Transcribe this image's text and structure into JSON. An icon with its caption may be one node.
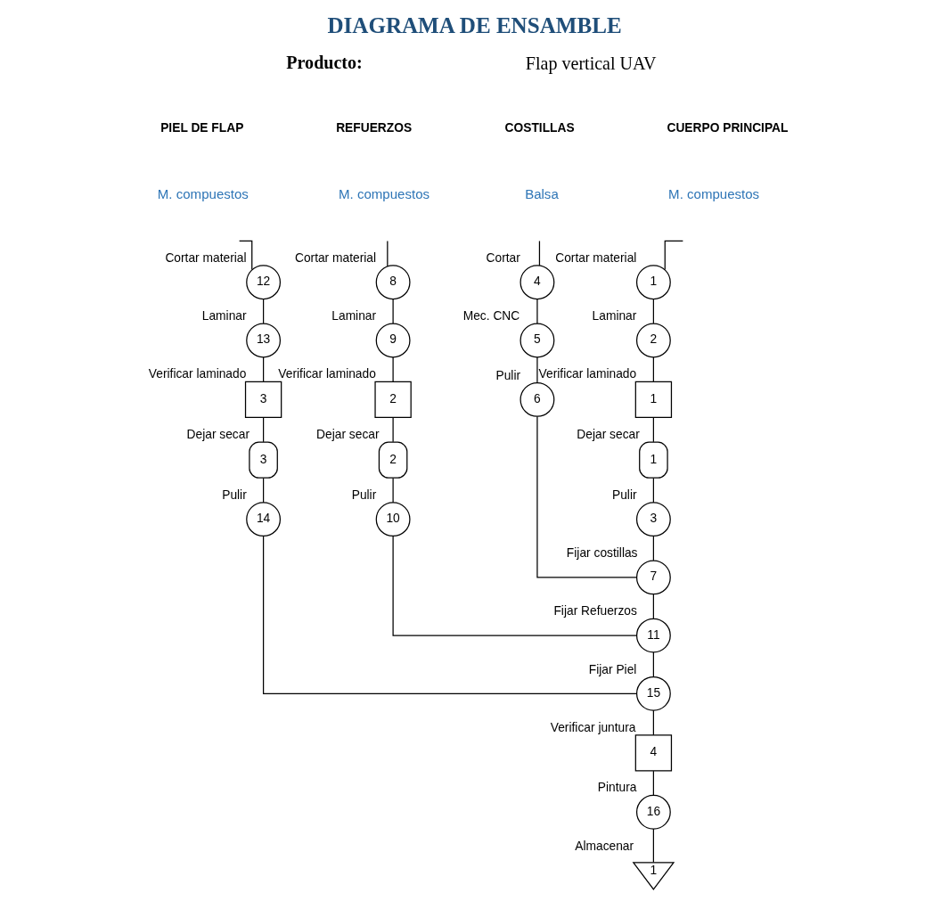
{
  "diagram": {
    "title": "DIAGRAMA DE ENSAMBLE",
    "nodes": [
      {
        "text": [
          "12"
        ],
        "beside": [
          "Cortar material"
        ]
      },
      {
        "text": [
          "13"
        ],
        "beside": [
          "Laminar"
        ]
      },
      {
        "text": [
          "3"
        ],
        "beside": [
          "Verificar laminado"
        ]
      },
      {
        "text": [
          "3"
        ],
        "beside": [
          "Dejar secar"
        ]
      },
      {
        "text": [
          "14"
        ],
        "beside": [
          "Pulir"
        ]
      },
      {
        "text": [
          "8"
        ],
        "beside": [
          "Cortar material"
        ]
      },
      {
        "text": [
          "9"
        ],
        "beside": [
          "Laminar"
        ]
      },
      {
        "text": [
          "2"
        ],
        "beside": [
          "Verificar laminado"
        ]
      },
      {
        "text": [
          "2"
        ],
        "beside": [
          "Dejar secar"
        ]
      },
      {
        "text": [
          "10"
        ],
        "beside": [
          "Pulir"
        ]
      },
      {
        "text": [
          "4"
        ],
        "beside": [
          "Cortar"
        ]
      },
      {
        "text": [
          "5"
        ],
        "beside": [
          "Mec. CNC"
        ]
      },
      {
        "text": [
          "6"
        ],
        "beside": [
          "Pulir"
        ]
      },
      {
        "text": [
          "1"
        ],
        "beside": [
          "Cortar material"
        ]
      },
      {
        "text": [
          "2"
        ],
        "beside": [
          "Laminar"
        ]
      },
      {
        "text": [
          "1"
        ],
        "beside": [
          "Verificar laminado"
        ]
      },
      {
        "text": [
          "1"
        ],
        "beside": [
          "Dejar secar"
        ]
      },
      {
        "text": [
          "3"
        ],
        "beside": [
          "Pulir"
        ]
      },
      {
        "text": [
          "7"
        ],
        "beside": [
          "Fijar costillas"
        ]
      },
      {
        "text": [
          "11"
        ],
        "beside": [
          "Fijar Refuerzos"
        ]
      },
      {
        "text": [
          "15"
        ],
        "beside": [
          "Fijar Piel"
        ]
      },
      {
        "text": [
          "4"
        ],
        "beside": [
          "Verificar juntura"
        ]
      },
      {
        "text": [
          "16"
        ],
        "beside": [
          "Pintura"
        ]
      },
      {
        "text": [
          "1"
        ],
        "beside": [
          "Almacenar"
        ]
      }
    ],
    "edges": [
      {
        "from": null,
        "to": 0,
        "arrow": "none"
      },
      {
        "from": 0,
        "to": 1,
        "arrow": "none"
      },
      {
        "from": 1,
        "to": 2,
        "arrow": "none"
      },
      {
        "from": 2,
        "to": 3,
        "arrow": "none"
      },
      {
        "from": 3,
        "to": 4,
        "arrow": "none"
      },
      {
        "from": 4,
        "to": 20,
        "arrow": "none"
      },
      {
        "from": null,
        "to": 5,
        "arrow": "none"
      },
      {
        "from": 5,
        "to": 6,
        "arrow": "none"
      },
      {
        "from": 6,
        "to": 7,
        "arrow": "none"
      },
      {
        "from": 7,
        "to": 8,
        "arrow": "none"
      },
      {
        "from": 8,
        "to": 9,
        "arrow": "none"
      },
      {
        "from": 9,
        "to": 19,
        "arrow": "none"
      },
      {
        "from": null,
        "to": 10,
        "arrow": "none"
      },
      {
        "from": 10,
        "to": 11,
        "arrow": "none"
      },
      {
        "from": 11,
        "to": 12,
        "arrow": "none"
      },
      {
        "from": 12,
        "to": 18,
        "arrow": "none"
      },
      {
        "from": null,
        "to": 13,
        "arrow": "none"
      },
      {
        "from": 13,
        "to": 14,
        "arrow": "none"
      },
      {
        "from": 14,
        "to": 15,
        "arrow": "none"
      },
      {
        "from": 15,
        "to": 16,
        "arrow": "none"
      },
      {
        "from": 16,
        "to": 17,
        "arrow": "none"
      },
      {
        "from": 17,
        "to": 18,
        "arrow": "none"
      },
      {
        "from": 18,
        "to": 19,
        "arrow": "none"
      },
      {
        "from": 19,
        "to": 20,
        "arrow": "none"
      },
      {
        "from": 20,
        "to": 21,
        "arrow": "none"
      },
      {
        "from": 21,
        "to": 22,
        "arrow": "none"
      },
      {
        "from": 22,
        "to": 23,
        "arrow": "none"
      }
    ],
    "labels": [
      "Producto:",
      "Flap vertical UAV",
      "PIEL DE FLAP",
      "REFUERZOS",
      "COSTILLAS",
      "CUERPO PRINCIPAL",
      "M. compuestos",
      "M. compuestos",
      "Balsa",
      "M. compuestos"
    ]
  }
}
